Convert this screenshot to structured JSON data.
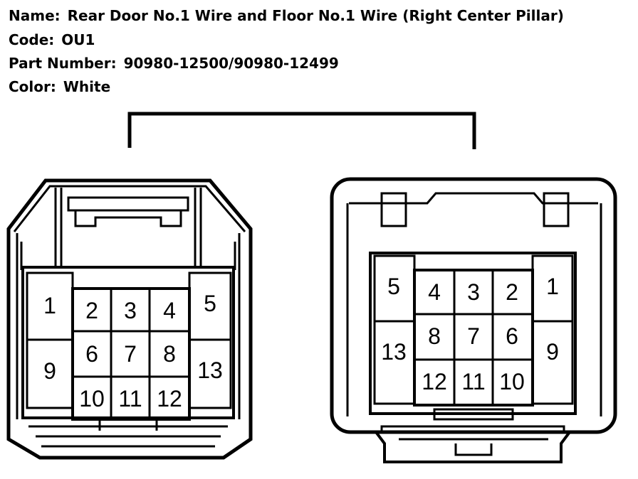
{
  "info": {
    "name_label": "Name:",
    "name_value": "Rear Door No.1 Wire and Floor No.1 Wire (Right Center Pillar)",
    "code_label": "Code:",
    "code_value": "OU1",
    "part_label": "Part Number:",
    "part_value": "90980-12500/90980-12499",
    "color_label": "Color:",
    "color_value": "White"
  },
  "connectors": {
    "left": {
      "pins": [
        "1",
        "2",
        "3",
        "4",
        "5",
        "6",
        "7",
        "8",
        "9",
        "10",
        "11",
        "12",
        "13"
      ]
    },
    "right": {
      "pins": [
        "1",
        "2",
        "3",
        "4",
        "5",
        "6",
        "7",
        "8",
        "9",
        "10",
        "11",
        "12",
        "13"
      ]
    }
  },
  "colors": {
    "line": "#000000",
    "background": "#ffffff"
  }
}
